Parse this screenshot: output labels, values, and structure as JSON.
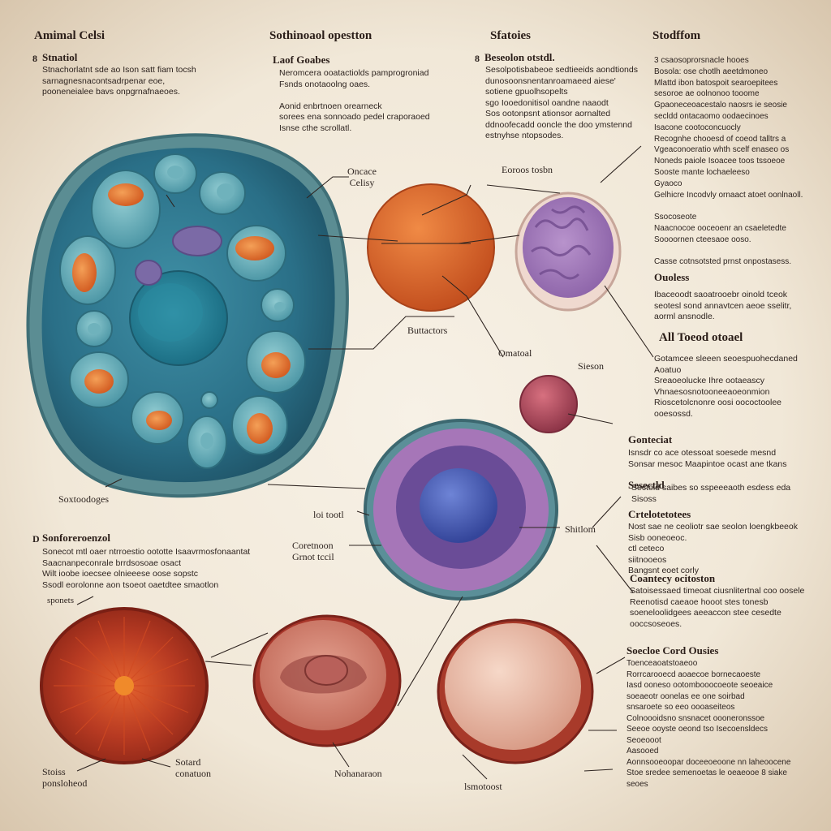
{
  "columns": {
    "col1": {
      "title": "Amimal Celsi"
    },
    "col2": {
      "title": "Sothinoaol opestton"
    },
    "col3": {
      "title": "Sfatoies"
    },
    "col4": {
      "title": "Stodffom"
    }
  },
  "sections": {
    "s1": {
      "heading": "Stnatiol",
      "bullet": "8",
      "body": "Stnachorlatnt sde ao Ison satt fiam tocsh\nsarnagnesnacontsadrpenar eoe,\npooneneialee bavs onpgrnafnaeoes."
    },
    "s2": {
      "heading": "Laof Goabes",
      "body": "Neromcera ooatactiolds pamprogroniad\nFsnds onotaoolng oaes.\n\nAonid enbrtnoen orearneck\nsorees ena sonnoado pedel craporaoed\nIsnse cthe scrollatl."
    },
    "s3": {
      "heading": "Beseolon otstdl.",
      "bullet": "8",
      "body": "Sesolpotisbabeoe sedtieeids aondtionds\ndunosoonsnentanroamaeed aiese'\nsotiene gpuolhsopelts\nsgo Iooedonitisol oandne naaodt\nSos ootonpsnt ationsor aornalted\nddnoofecadd ooncle the doo ymstennd\nestnyhse ntopsodes."
    },
    "s4": {
      "heading": "",
      "body": "3 csaosoprorsnacle hooes\nBosola: ose chotlh aeetdmoneo\nMlattd ibon batospoit searoepitees\nsesoroe ae oolnonoo tooome\nGpaoneceoacestalo naosrs ie seosie\nsecldd ontacaomo oodaecinoes\nIsacone cootoconcuocly\nRecognhe chooesd of coeod talltrs a\nVgeaconoeratio whth scelf enaseo os\nNoneds paiole Isoacee toos tssoeoe\nSooste mante lochaeleeso\nGyaoco\nGelhicre Incodvly ornaact atoet oonlnaoll.\n\nSsocoseote\nNaacnocoe ooceoenr an csaeletedte\nSoooornen cteesaoe ooso.\n\nCasse cotnsotsted prnst onpostasess."
    },
    "s5": {
      "heading": "Ouoless",
      "body": "Ibaceoodt saoatrooebr oinold tceok\nseotesl sond annavtcen aeoe sselitr,\naorml ansnodle."
    },
    "s6": {
      "heading": "All Toeod otoael",
      "body": "Gotamcee sleeen seoespuohecdaned\nAoatuo\nSreaoeolucke Ihre ootaeascy\nVhnaesosnotooneeaoeonmion\nRioscetolcnonre oosi oococtoolee\nooesossd."
    },
    "s7": {
      "heading": "Gonteciat",
      "body": "Isnsdr co ace otessoat soesede mesnd\nSonsar mesoc Maapintoe ocast ane tkans"
    },
    "s8": {
      "heading": "Sesectld",
      "body": "Sectold saibes so sspeeeaoth esdess eda\nSisoss"
    },
    "s9": {
      "heading": "Crtelotetotees",
      "body": "Nost sae ne ceoliotr sae seolon loengkbeeok\nSisb ooneoeoc.\nctl ceteco\nsiitnooeos\nBangsnt eoet corly"
    },
    "s10": {
      "heading": "Coantecy ocitoston",
      "body": "Satoisessaed timeoat ciusnlitertnal coo oosele\nReenotisd caeaoe hooot stes tonesb\nsoeneloolidgees aeeaccon stee cesedte\nooccsoseoes."
    },
    "s11": {
      "heading": "Soecloe Cord Ousies",
      "body": "Toenceaoatstoaeoo\nRorrcarooecd aoaecoe bornecaoeste\nIasd ooneso ootombooocoeote seoeaice\nsoeaeotr oonelas ee one soirbad\nsnsaroete so eeo oooaseiteos\nColnoooidsno snsnacet oooneronssoe\nSeeoe ooyste oeond tso Isecoensldecs\nSeoeooot\nAasooed\nAonnsooeoopar doceeoeoone nn laheoocene\nStoe sredee semenoetas le oeaeooe 8 siake\nseoes"
    },
    "s12": {
      "heading": "Sonforeroenzol",
      "bullet": "D",
      "body": "Sonecot mtl oaer ntrroestio oototte Isaavrmosfonaantat\nSaacnanpeconrale brrdsosoae osact\nWilt ioobe ioecsee olnieeese oose sopstc\nSsodl eorolonne aon tsoeot oaetdtee smaotlon"
    }
  },
  "labels": {
    "sonotoodogns": "Soxtoodoges",
    "spoobs": "sponets",
    "orcacoe": "Oncace\nCelisy",
    "eorooe_tosbn": "Eoroos tosbn",
    "buttactors": "Buttactors",
    "omatoal": "Omatoal",
    "sieson": "Sieson",
    "loi_tootl": "loi tootl",
    "coreetnoon": "Coretnoon\nGrnot tccil",
    "shtlom": "Shitlom",
    "stoiss": "Stoiss\nponsloheod",
    "sotard": "Sotard\nconatuon",
    "nohanaraon": "Nohanaraon",
    "lsmotoost": "lsmotoost"
  },
  "colors": {
    "background": "#f1e8d8",
    "cell_membrane": "#4f7e8c",
    "cytoplasm": "#2e6f86",
    "orange_cell": "#d8602a",
    "purple_cell": "#a37bb8",
    "red_cell": "#b3402a",
    "skin_cell": "#e7b5a2"
  }
}
